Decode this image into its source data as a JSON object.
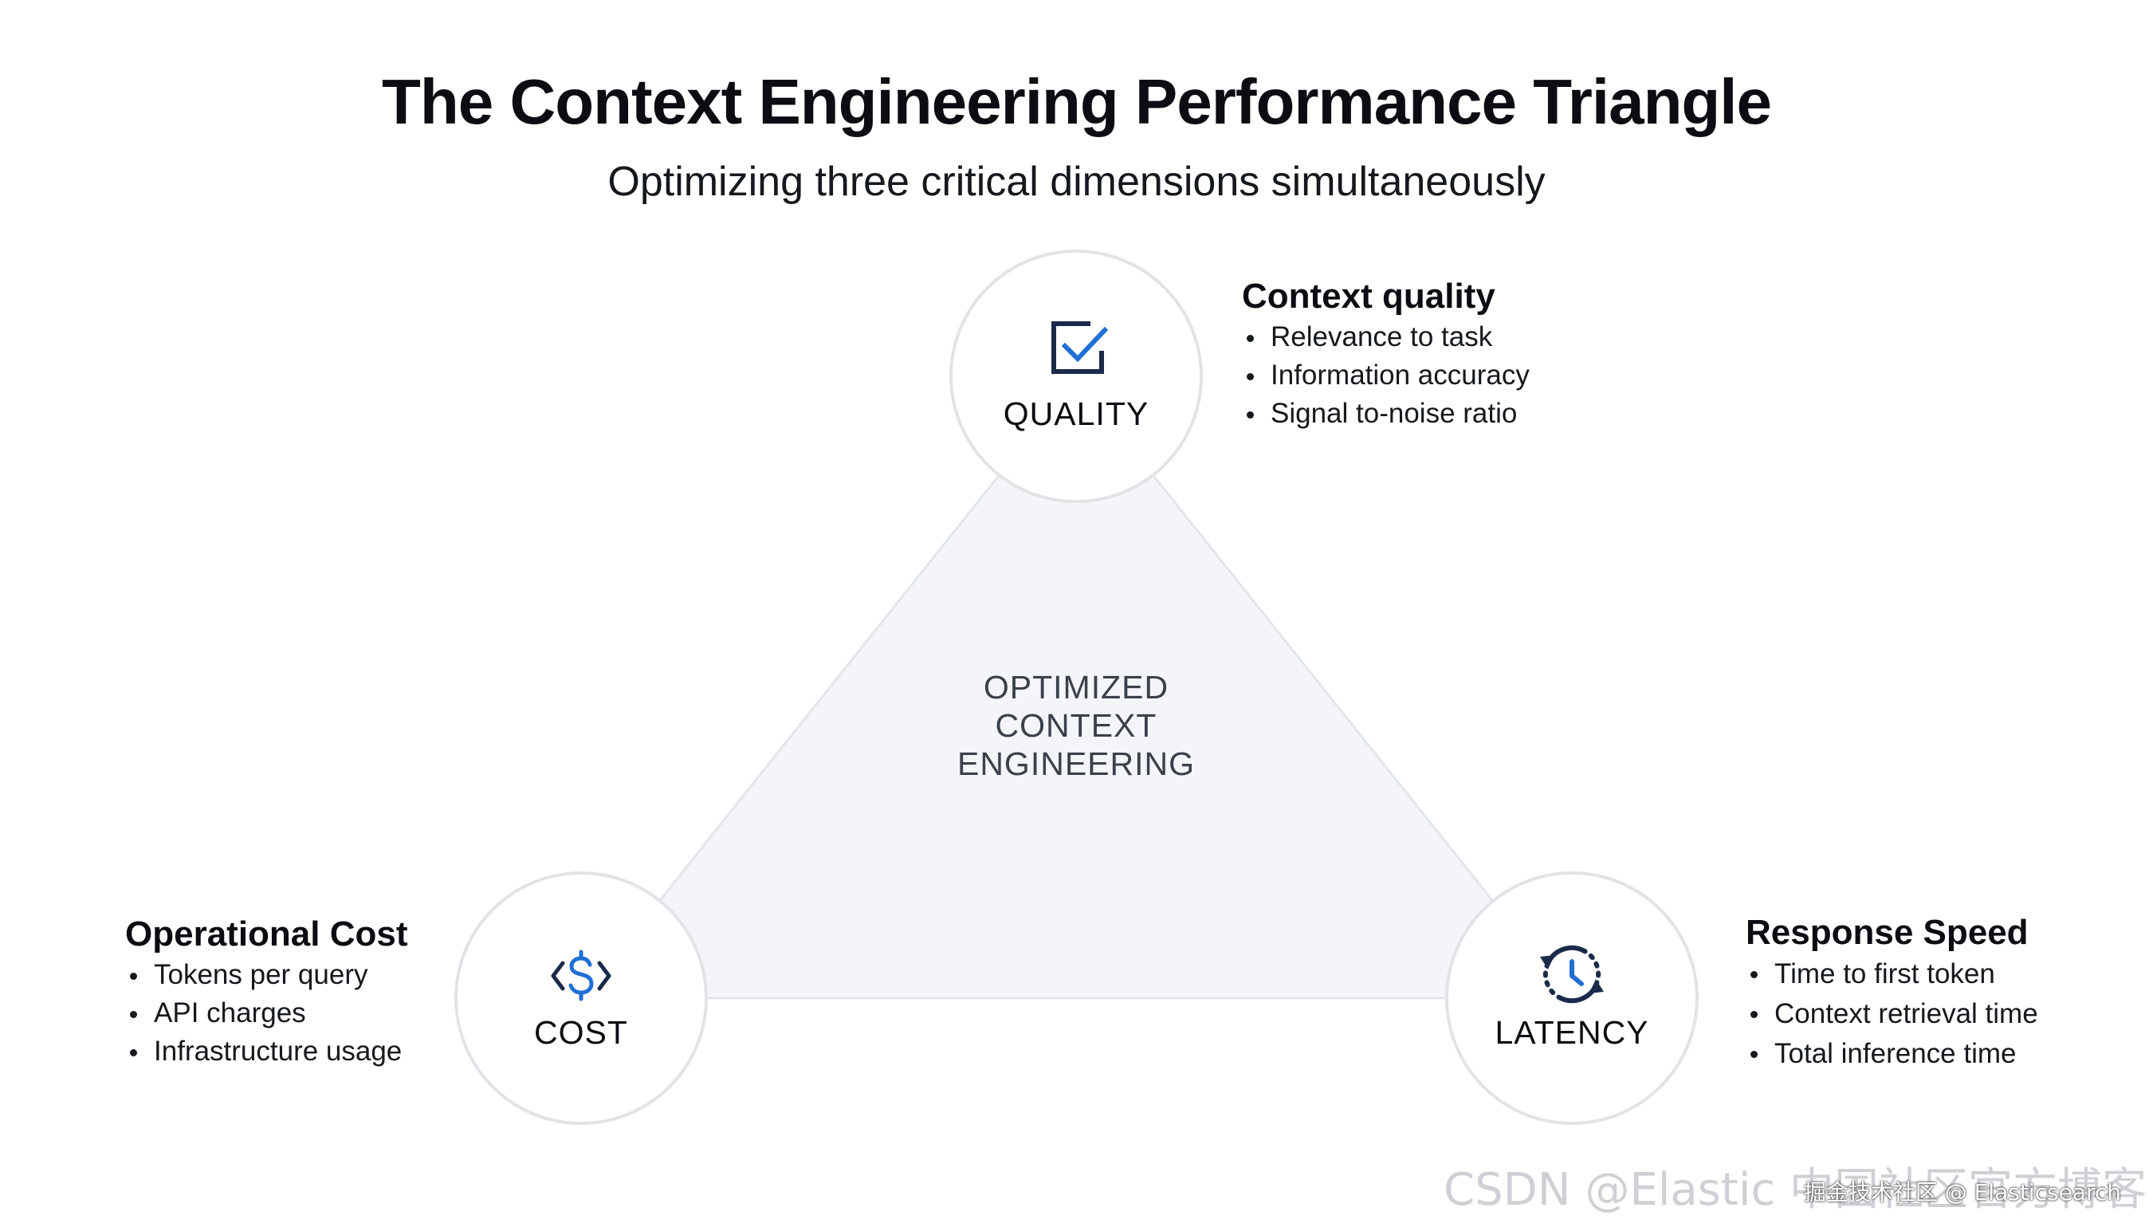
{
  "title": "The Context Engineering Performance Triangle",
  "subtitle": "Optimizing three critical dimensions simultaneously",
  "center_label": [
    "OPTIMIZED",
    "CONTEXT",
    "ENGINEERING"
  ],
  "colors": {
    "triangle_fill": "#f3f5f9",
    "triangle_stroke": "#e2e5ea",
    "circle_stroke": "#e1e3e7",
    "icon_dark": "#1b2a4a",
    "icon_accent": "#1f6fd6"
  },
  "nodes": {
    "quality": {
      "label": "QUALITY",
      "icon": "checkbox-check-icon",
      "heading": "Context quality",
      "bullets": [
        "Relevance to task",
        "Information accuracy",
        "Signal to-noise ratio"
      ]
    },
    "cost": {
      "label": "COST",
      "icon": "dollar-code-icon",
      "heading": "Operational Cost",
      "bullets": [
        "Tokens per query",
        "API charges",
        "Infrastructure usage"
      ]
    },
    "latency": {
      "label": "LATENCY",
      "icon": "clock-refresh-icon",
      "heading": "Response Speed",
      "bullets": [
        "Time to first token",
        "Context retrieval time",
        "Total inference time"
      ]
    }
  },
  "watermark": {
    "csdn": "CSDN @Elastic 中国社区官方博客",
    "juejin": "掘金技术社区 @ Elasticsearch"
  }
}
